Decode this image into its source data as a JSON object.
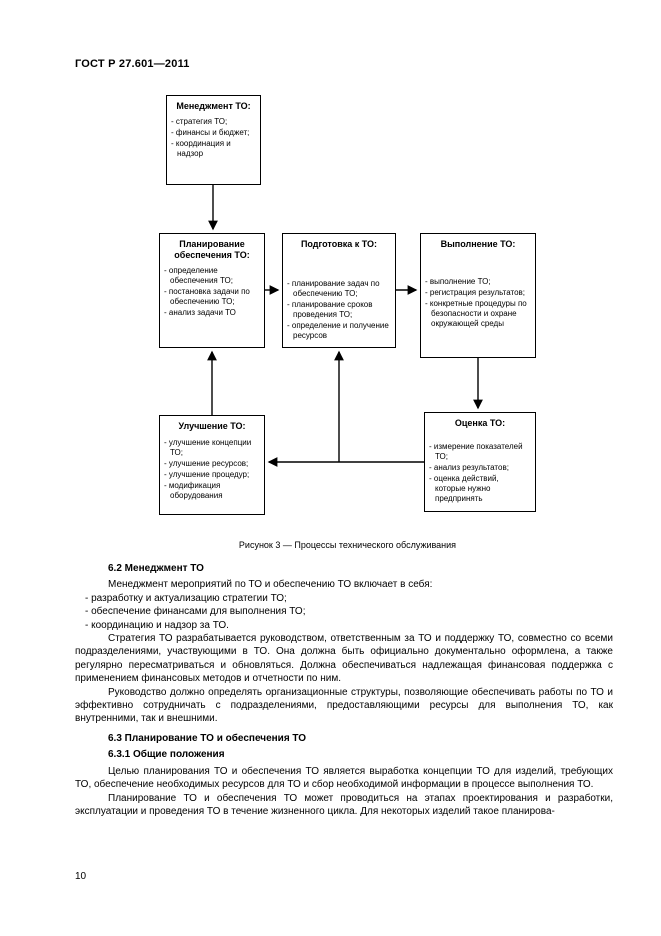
{
  "page": {
    "header": "ГОСТ Р 27.601—2011",
    "page_number": "10"
  },
  "figure": {
    "caption": "Рисунок 3 — Процессы технического обслуживания",
    "boxes": {
      "management": {
        "title": "Менеджмент ТО:",
        "items": [
          "- стратегия ТО;",
          "- финансы и бюджет;",
          "- координация и надзор"
        ]
      },
      "planning": {
        "title": "Планирование обеспечения ТО:",
        "items": [
          "- определение обеспечения ТО;",
          "- постановка задачи по обеспечению ТО;",
          "- анализ задачи ТО"
        ]
      },
      "preparation": {
        "title": "Подготовка к ТО:",
        "items": [
          "- планирование задач по обеспечению ТО;",
          "- планирование сроков проведения ТО;",
          "- определение и получение ресурсов"
        ]
      },
      "execution": {
        "title": "Выполнение ТО:",
        "items": [
          "- выполнение ТО;",
          "- регистрация результатов;",
          "- конкретные процедуры по безопасности и охране окружающей среды"
        ]
      },
      "improvement": {
        "title": "Улучшение ТО:",
        "items": [
          "- улучшение концепции ТО;",
          "- улучшение ресурсов;",
          "- улучшение процедур;",
          "- модификация оборудования"
        ]
      },
      "evaluation": {
        "title": "Оценка ТО:",
        "items": [
          "- измерение показателей ТО;",
          "- анализ результатов;",
          "- оценка действий, которые нужно предпринять"
        ]
      }
    }
  },
  "sections": {
    "s62": {
      "heading": "6.2 Менеджмент ТО",
      "p1": "Менеджмент мероприятий по ТО и обеспечению ТО включает в себя:",
      "list": [
        "- разработку и актуализацию стратегии ТО;",
        "- обеспечение финансами для выполнения ТО;",
        "- координацию и надзор за ТО."
      ],
      "p2": "Стратегия ТО разрабатывается руководством, ответственным за ТО и поддержку ТО, совместно со всеми подразделениями, участвующими в ТО. Она должна быть официально документально оформлена, а также регулярно пересматриваться и обновляться. Должна обеспечиваться надлежащая финансовая поддержка с применением финансовых методов и отчетности по ним.",
      "p3": "Руководство должно определять организационные структуры, позволяющие обеспечивать работы по ТО и эффективно сотрудничать с подразделениями, предоставляющими ресурсы для выполнения ТО, как внутренними, так и внешними."
    },
    "s63": {
      "heading": "6.3 Планирование ТО и обеспечения ТО",
      "s631_heading": "6.3.1 Общие положения",
      "p1": "Целью планирования ТО и обеспечения ТО является выработка концепции ТО для изделий, требующих ТО, обеспечение необходимых ресурсов для ТО и сбор необходимой информации в процессе выполнения ТО.",
      "p2": "Планирование ТО и обеспечения ТО может проводиться на этапах проектирования и разработки, эксплуатации и проведения ТО в течение жизненного цикла. Для некоторых изделий такое планирова-"
    }
  }
}
